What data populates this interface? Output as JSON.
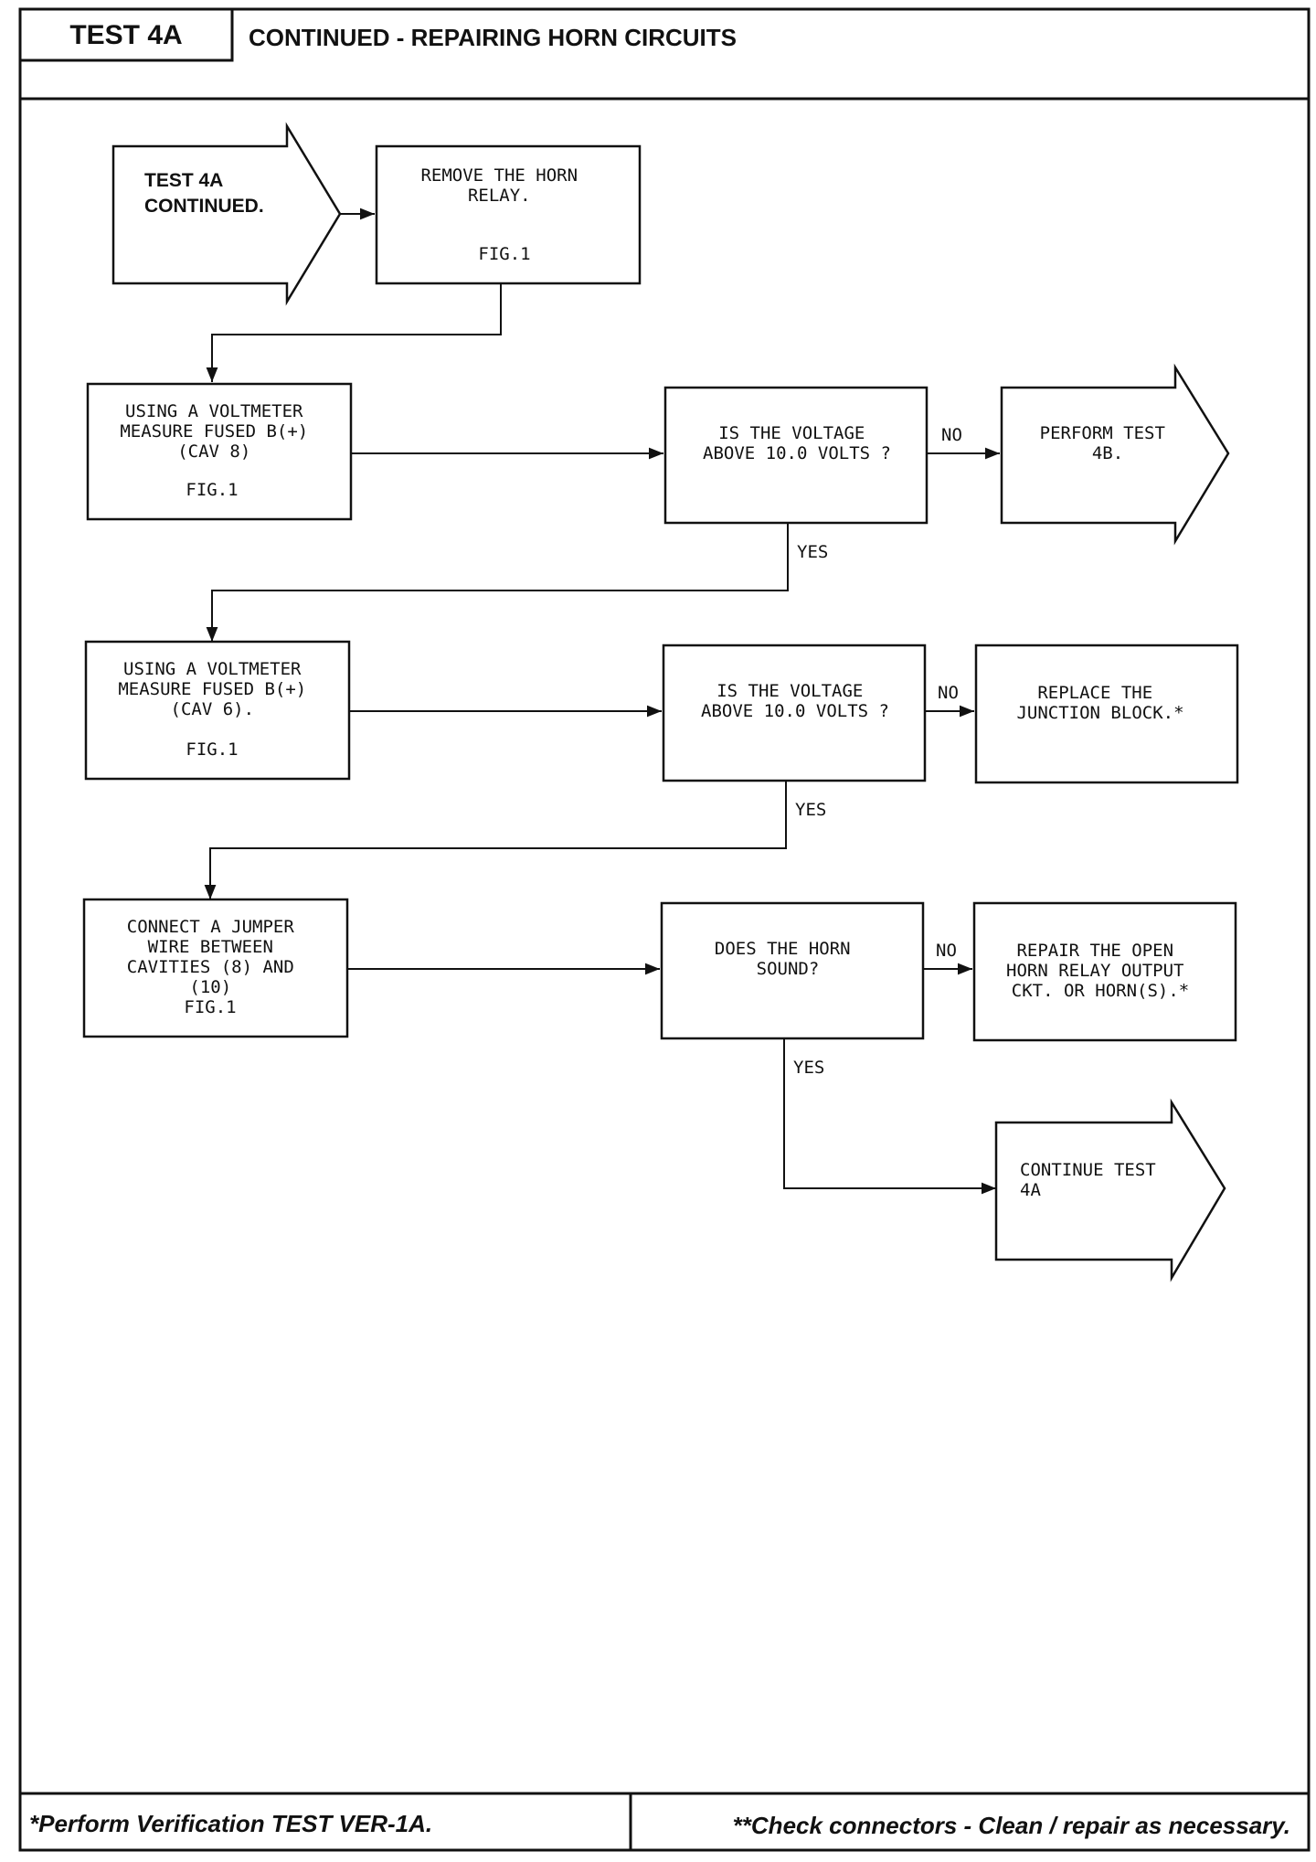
{
  "header": {
    "test_id": "TEST 4A",
    "title": "CONTINUED - REPAIRING HORN CIRCUITS"
  },
  "flowchart": {
    "start": [
      "TEST 4A",
      "CONTINUED."
    ],
    "step_remove_relay": [
      "REMOVE THE HORN",
      "RELAY.",
      "",
      "FIG.1"
    ],
    "step_measure_cav8": [
      "USING A VOLTMETER",
      "MEASURE FUSED B(+)",
      "(CAV 8)",
      "",
      "FIG.1"
    ],
    "decision_voltage_1": [
      "IS THE VOLTAGE",
      "ABOVE 10.0 VOLTS ?"
    ],
    "out_perform_4b": [
      "PERFORM TEST",
      "4B."
    ],
    "step_measure_cav6": [
      "USING A VOLTMETER",
      "MEASURE FUSED B(+)",
      "(CAV 6).",
      "",
      "FIG.1"
    ],
    "decision_voltage_2": [
      "IS THE VOLTAGE",
      "ABOVE 10.0 VOLTS ?"
    ],
    "out_replace_junction": [
      "REPLACE THE",
      "JUNCTION BLOCK.*"
    ],
    "step_jumper": [
      "CONNECT A JUMPER",
      "WIRE BETWEEN",
      "CAVITIES (8) AND",
      "(10)",
      "FIG.1"
    ],
    "decision_horn": [
      "DOES THE HORN",
      "SOUND?"
    ],
    "out_repair_open": [
      "REPAIR THE OPEN",
      "HORN RELAY OUTPUT",
      "CKT. OR HORN(S).*"
    ],
    "out_continue_4a": [
      "CONTINUE TEST",
      "4A"
    ],
    "labels": {
      "no_1": "NO",
      "yes_1": "YES",
      "no_2": "NO",
      "yes_2": "YES",
      "no_3": "NO",
      "yes_3": "YES"
    }
  },
  "footer": {
    "left": "*Perform Verification TEST VER-1A.",
    "right": "**Check connectors - Clean / repair as necessary."
  }
}
